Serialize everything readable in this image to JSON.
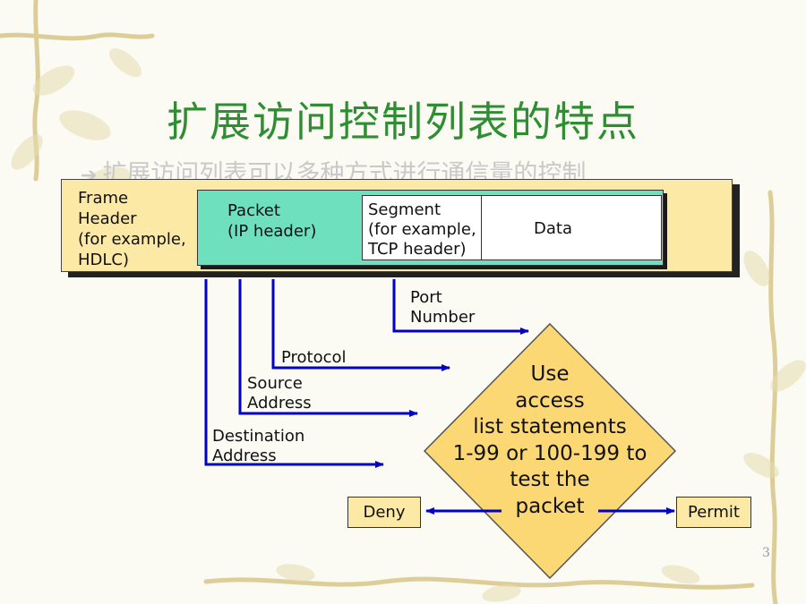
{
  "slide": {
    "title": "扩展访问控制列表的特点",
    "subtitle": "扩展访问列表可以多种方式进行通信量的控制",
    "page_number": "3"
  },
  "frame": {
    "label_lines": [
      "Frame",
      "Header",
      "(for example,",
      "HDLC)"
    ]
  },
  "packet": {
    "label_lines": [
      "Packet",
      "(IP header)"
    ]
  },
  "segment": {
    "label_lines": [
      "Segment",
      "(for example,",
      "TCP header)"
    ],
    "data_label": "Data"
  },
  "fields": {
    "port": [
      "Port",
      "Number"
    ],
    "protocol": "Protocol",
    "source": [
      "Source",
      "Address"
    ],
    "destination": [
      "Destination",
      "Address"
    ]
  },
  "decision": {
    "lines": [
      "Use",
      "access",
      "list statements",
      "1-99 or 100-199 to",
      "test the",
      "packet"
    ]
  },
  "outcomes": {
    "deny": "Deny",
    "permit": "Permit"
  },
  "colors": {
    "title": "#2f8d33",
    "frame_fill": "#fce9a6",
    "packet_fill": "#6ee0be",
    "decision_fill": "#fcd875",
    "arrow": "#0000c8"
  }
}
